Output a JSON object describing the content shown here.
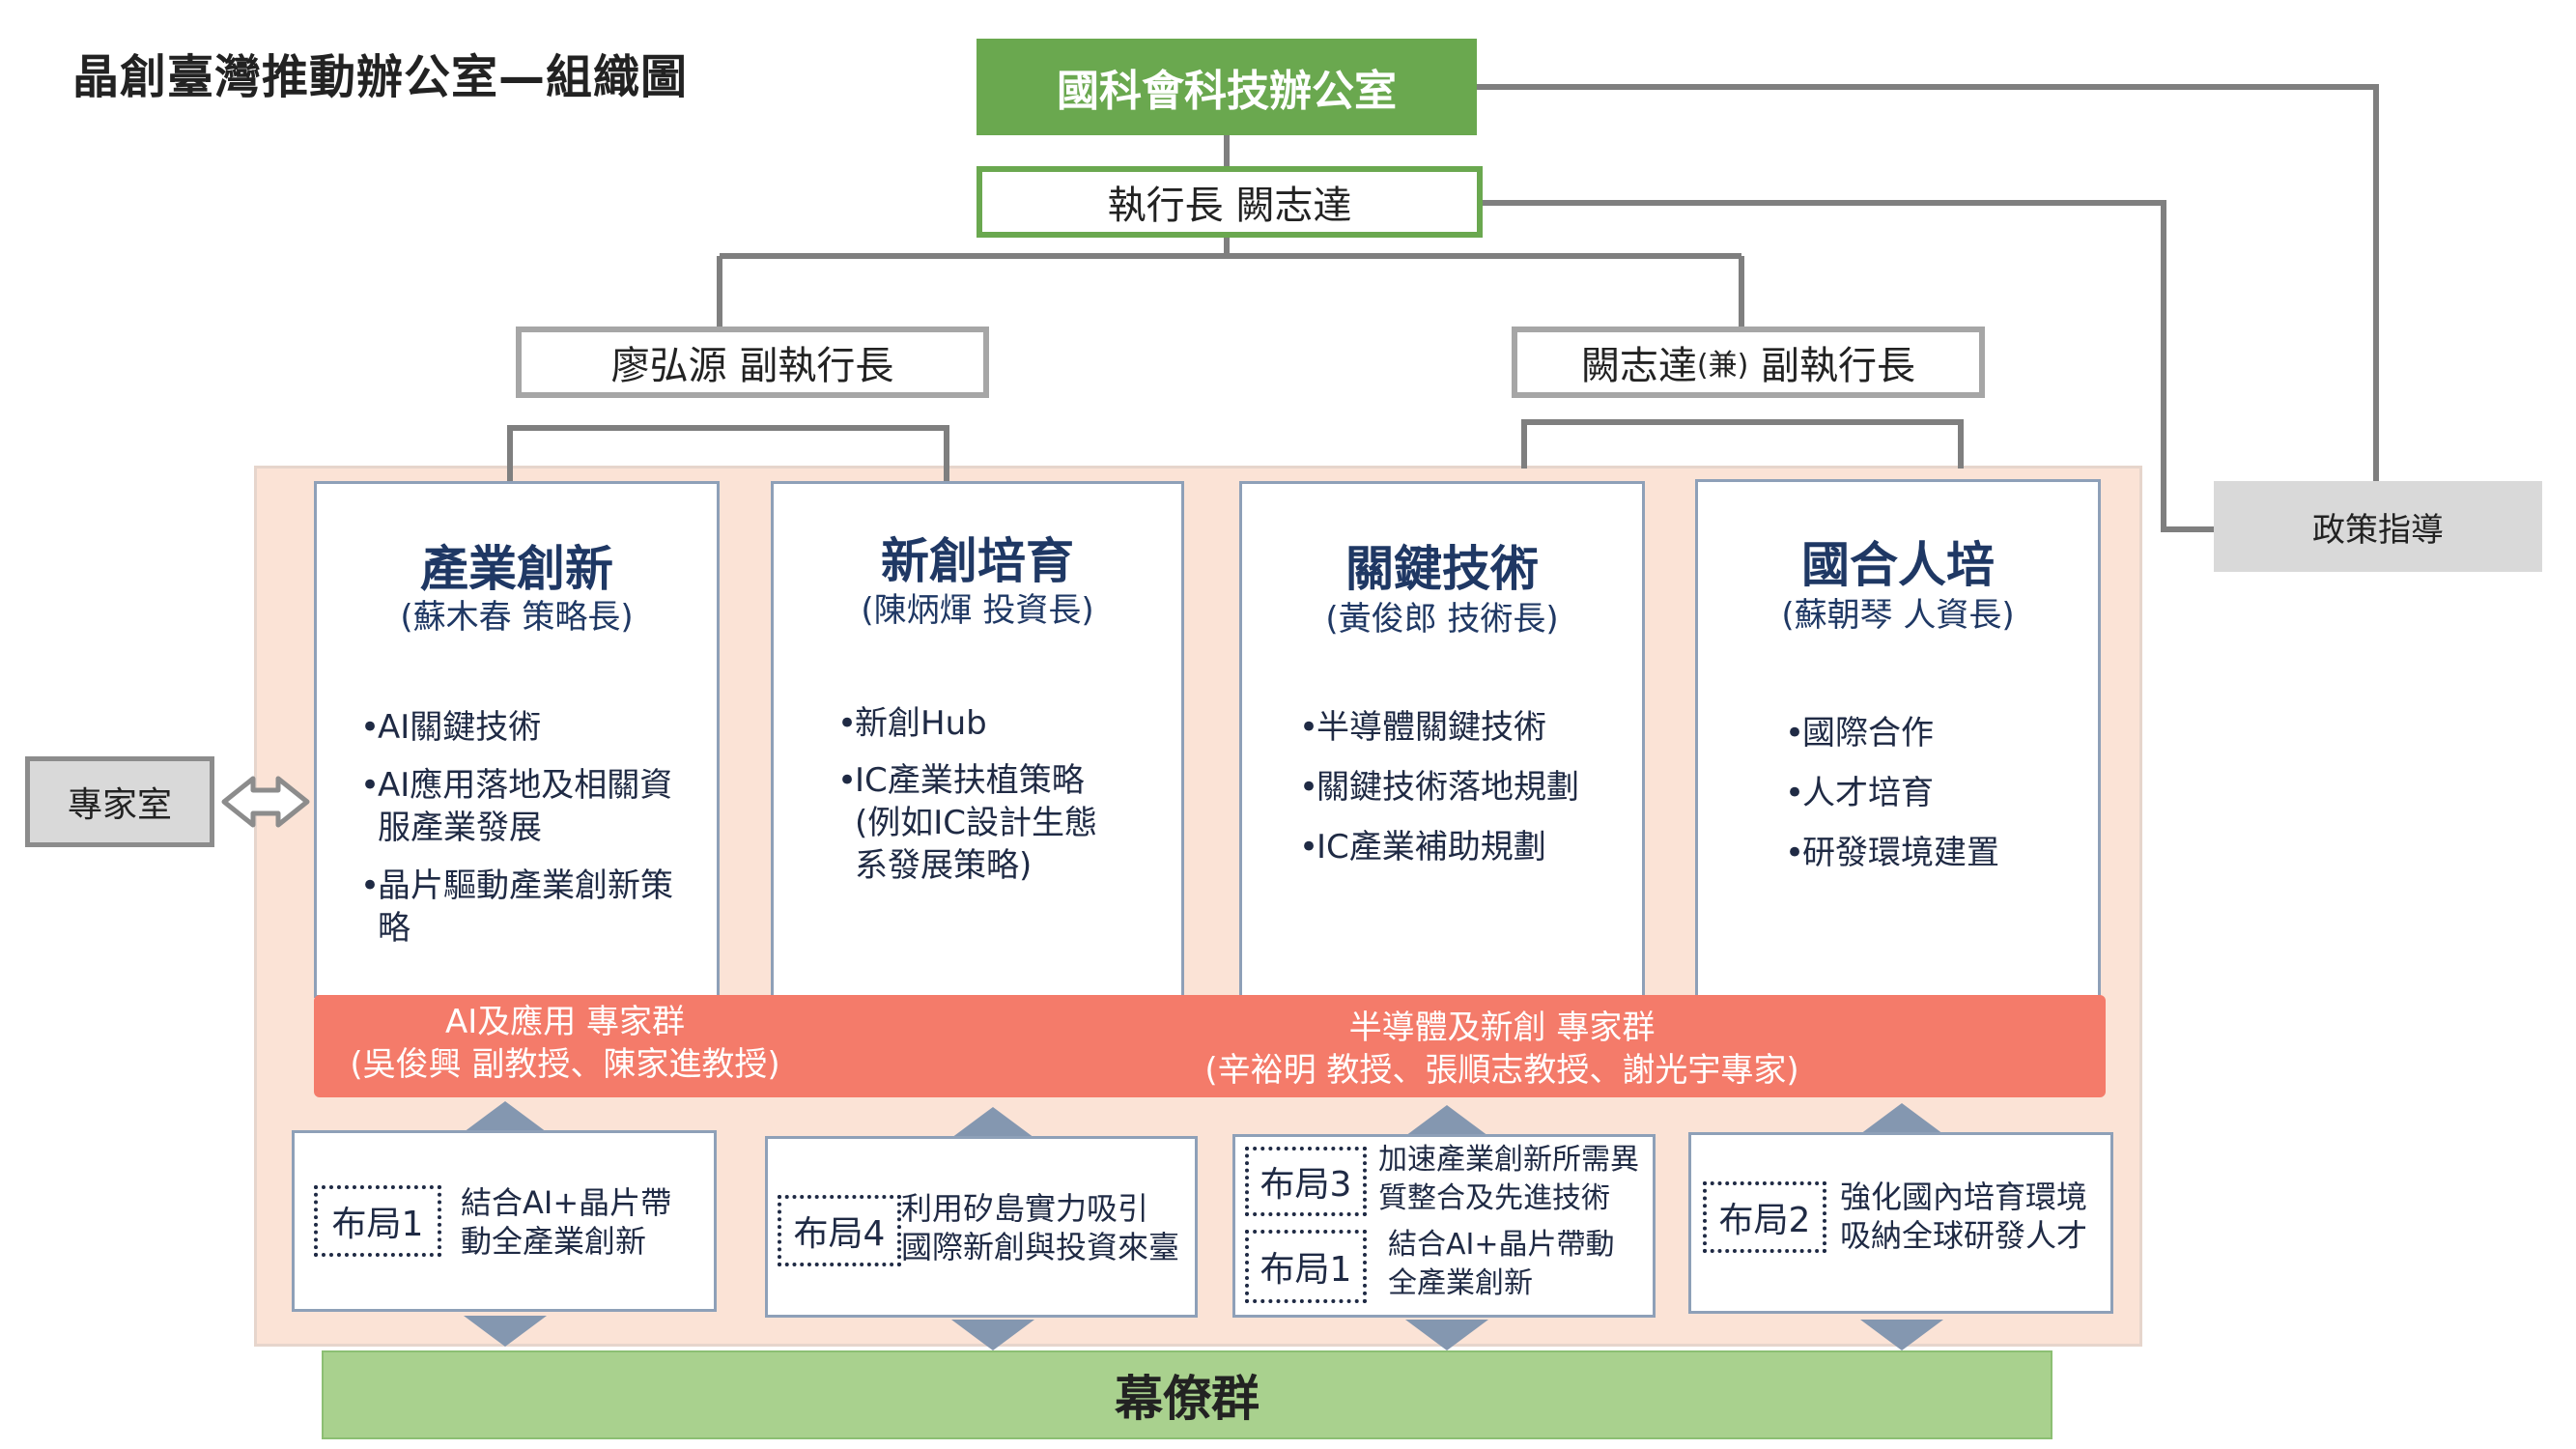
{
  "title": "晶創臺灣推動辦公室—組織圖",
  "top": "國科會科技辦公室",
  "ceo": "執行長 闕志達",
  "deputy_left": "廖弘源 副執行長",
  "deputy_right": {
    "pre": "闕志達",
    "mid": "(兼)",
    "post": " 副執行長"
  },
  "policy": "政策指導",
  "expert_room": "專家室",
  "departments": [
    {
      "title": "產業創新",
      "sub": "(蘇木春 策略長)",
      "items": [
        "AI關鍵技術",
        "AI應用落地及相關資\n服產業發展",
        "晶片驅動產業創新策\n略"
      ]
    },
    {
      "title": "新創培育",
      "sub": "(陳炳煇 投資長)",
      "items": [
        "新創Hub",
        "IC產業扶植策略\n(例如IC設計生態\n系發展策略)"
      ]
    },
    {
      "title": "關鍵技術",
      "sub": "(黃俊郎 技術長)",
      "items": [
        "半導體關鍵技術",
        "關鍵技術落地規劃",
        "IC產業補助規劃"
      ]
    },
    {
      "title": "國合人培",
      "sub": "(蘇朝琴 人資長)",
      "items": [
        "國際合作",
        "人才培育",
        "研發環境建置"
      ]
    }
  ],
  "expert_groups": [
    {
      "name": "AI及應用 專家群",
      "members": "(吳俊興 副教授、陳家進教授)"
    },
    {
      "name": "半導體及新創 專家群",
      "members": "(辛裕明 教授、張順志教授、謝光宇專家)"
    }
  ],
  "layouts": [
    {
      "tag": "布局1",
      "text": "結合AI+晶片帶\n動全產業創新"
    },
    {
      "tag": "布局4",
      "text": "利用矽島實力吸引\n國際新創與投資來臺"
    },
    {
      "tag": "布局3",
      "text": "加速產業創新所需異\n質整合及先進技術"
    },
    {
      "tag": "布局1",
      "text": "結合AI+晶片帶動\n全產業創新"
    },
    {
      "tag": "布局2",
      "text": "強化國內培育環境\n吸納全球研發人才"
    }
  ],
  "staff": "幕僚群",
  "colors": {
    "green": "#6aa84f",
    "salmon": "#f47b6a",
    "panel": "#fbe3d6",
    "navy": "#1f3864",
    "staff": "#a9d18e",
    "grey": "#d9d9d9"
  }
}
